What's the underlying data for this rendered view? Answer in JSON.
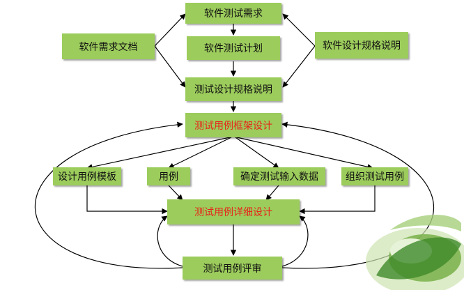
{
  "nodes": {
    "requirements": "软件测试需求",
    "test_plan": "软件测试计划",
    "req_doc": "软件需求文档",
    "design_spec_src": "软件设计规格说明",
    "test_design_spec": "测试设计规格说明",
    "framework_design": "测试用例框架设计",
    "template": "设计用例模板",
    "use_case": "用例",
    "input_data": "确定测试输入数据",
    "organize": "组织测试用例",
    "detail_design": "测试用例详细设计",
    "review": "测试用例评审"
  },
  "colors": {
    "box_fill": "#9ccc5c",
    "highlight_text": "#e8231a",
    "line": "#000000"
  }
}
